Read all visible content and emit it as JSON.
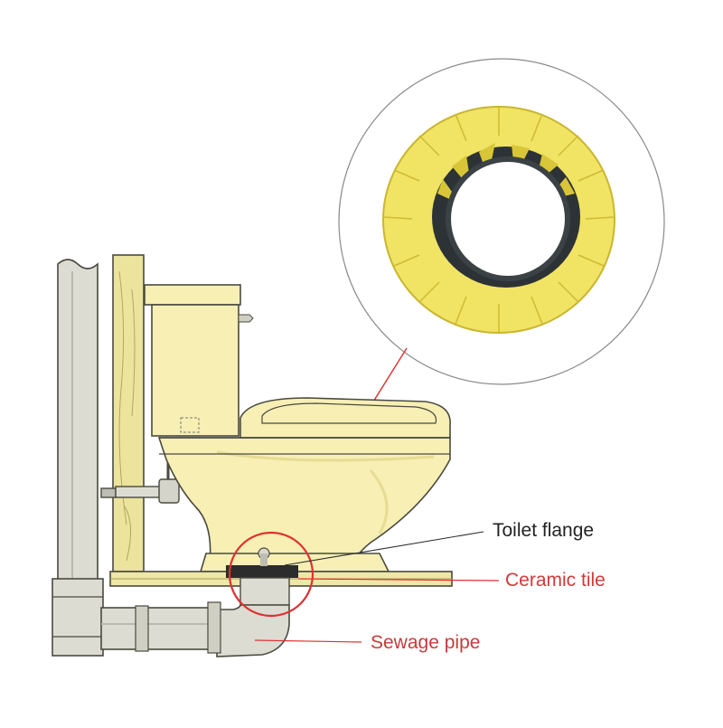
{
  "labels": {
    "toilet_flange": "Toilet flange",
    "ceramic_tile": "Ceramic tile",
    "sewage_pipe": "Sewage pipe"
  },
  "colors": {
    "porcelain": "#f7efb4",
    "porcelain_shadow": "#e6dc93",
    "wall_wood": "#ece39d",
    "pipe": "#dcdcd3",
    "wax_ring": "#f1e364",
    "wax_ring_dark": "#d8c638",
    "rubber": "#2c3236",
    "accent_red": "#e03030",
    "flange_label": "#222222",
    "tile_label": "#d23838",
    "pipe_label": "#c83a3a",
    "outline": "#4a4a40"
  },
  "icons": {
    "product": "wax-ring-icon"
  }
}
